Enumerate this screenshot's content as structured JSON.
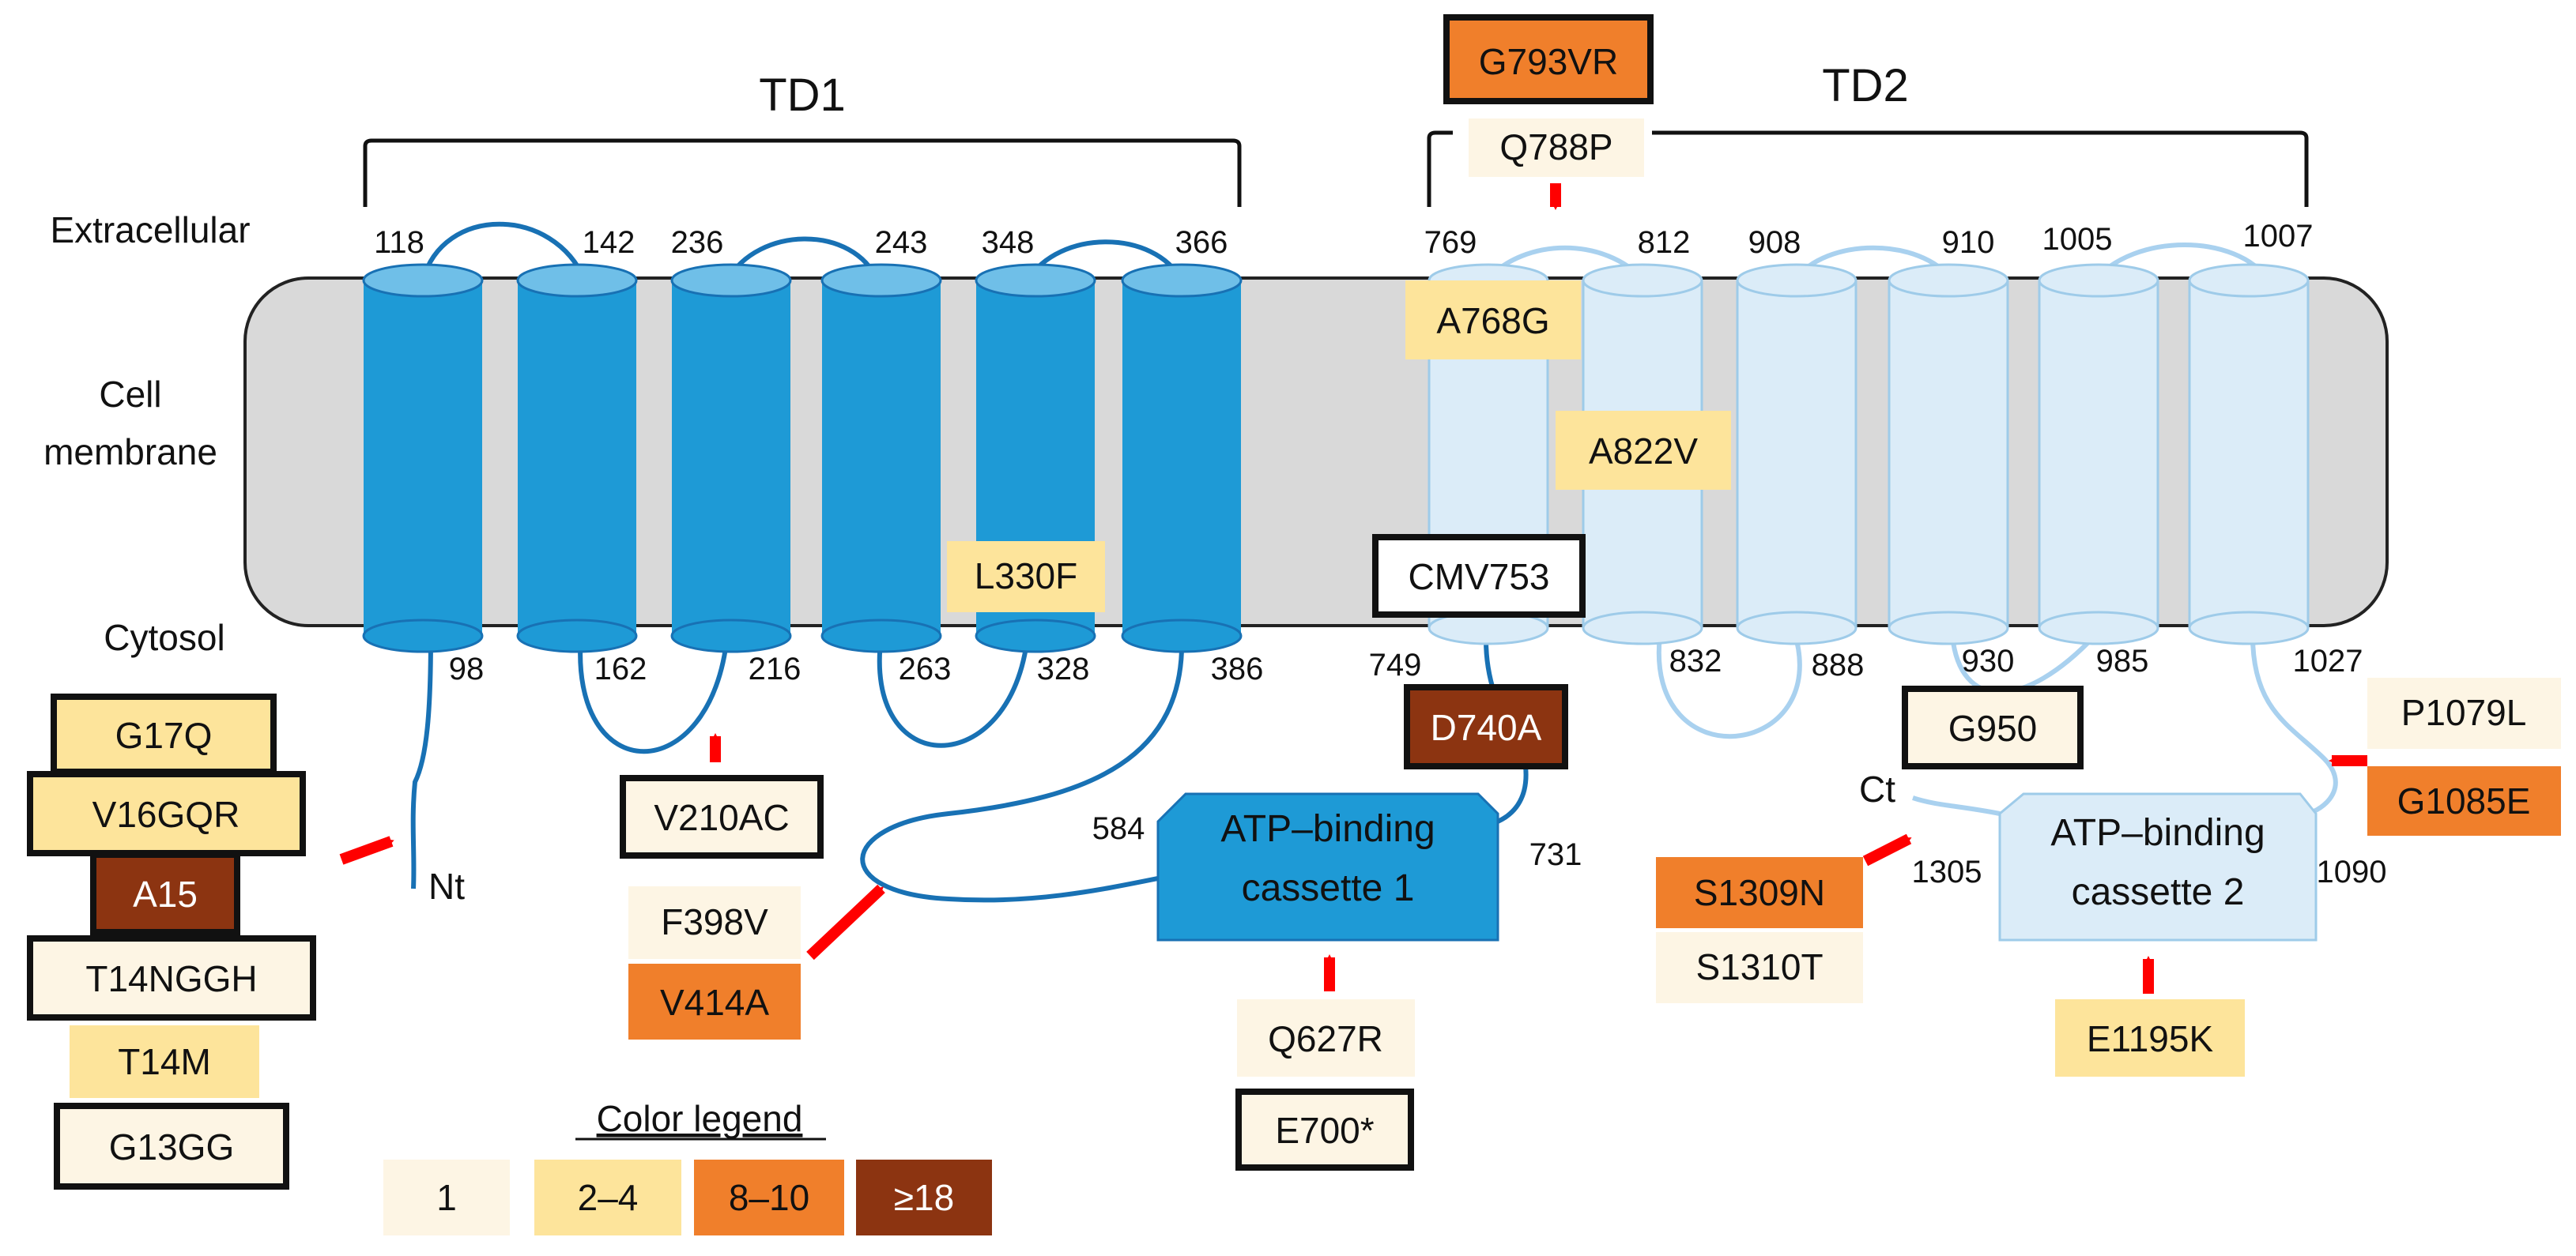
{
  "domains": {
    "td1": "TD1",
    "td2": "TD2"
  },
  "regions": {
    "extracellular": "Extracellular",
    "membrane_line1": "Cell",
    "membrane_line2": "membrane",
    "cytosol": "Cytosol"
  },
  "termini": {
    "n": "Nt",
    "c": "Ct"
  },
  "abc": {
    "one_line1": "ATP–binding",
    "one_line2": "cassette 1",
    "two_line1": "ATP–binding",
    "two_line2": "cassette 2"
  },
  "residues": {
    "r118": "118",
    "r142": "142",
    "r236": "236",
    "r243": "243",
    "r348": "348",
    "r366": "366",
    "r769": "769",
    "r812": "812",
    "r908": "908",
    "r910": "910",
    "r1005": "1005",
    "r1007": "1007",
    "r98": "98",
    "r162": "162",
    "r216": "216",
    "r263": "263",
    "r328": "328",
    "r386": "386",
    "r749": "749",
    "r832": "832",
    "r888": "888",
    "r930": "930",
    "r985": "985",
    "r1027": "1027",
    "r584": "584",
    "r731": "731",
    "r1305": "1305",
    "r1090": "1090"
  },
  "colors": {
    "c1": "#fdf5e4",
    "c2": "#fde49b",
    "c8": "#f07f2b",
    "c18": "#8c3411",
    "td1_fill": "#1e9ad6",
    "td1_top": "#6fbfe8",
    "td1_stroke": "#1871b4",
    "td2_fill": "#dbecf8",
    "td2_stroke": "#9ecbe9",
    "membrane": "#d9d9d9",
    "arrow": "#ff0000"
  },
  "mutations": {
    "g793vr": "G793VR",
    "q788p": "Q788P",
    "a768g": "A768G",
    "a822v": "A822V",
    "cmv753": "CMV753",
    "l330f": "L330F",
    "d740a": "D740A",
    "g950": "G950",
    "p1079l": "P1079L",
    "g1085e": "G1085E",
    "s1309n": "S1309N",
    "s1310t": "S1310T",
    "e1195k": "E1195K",
    "q627r": "Q627R",
    "e700": "E700*",
    "v210ac": "V210AC",
    "f398v": "F398V",
    "v414a": "V414A",
    "g17q": "G17Q",
    "v16gqr": "V16GQR",
    "a15": "A15",
    "t14nggh": "T14NGGH",
    "t14m": "T14M",
    "g13gg": "G13GG"
  },
  "legend": {
    "title": "Color legend",
    "items": [
      {
        "label": "1",
        "color": "#fdf5e4"
      },
      {
        "label": "2–4",
        "color": "#fde49b"
      },
      {
        "label": "8–10",
        "color": "#f07f2b"
      },
      {
        "label": "≥18",
        "color": "#8c3411"
      }
    ]
  }
}
